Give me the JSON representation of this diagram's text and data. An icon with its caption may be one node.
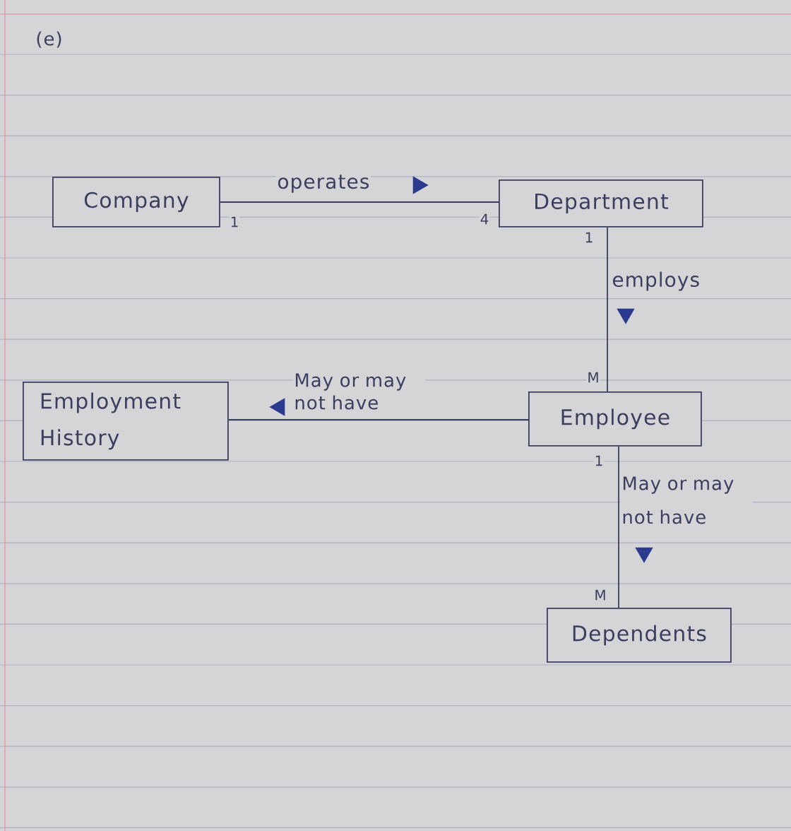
{
  "diagram": {
    "title": "(e)",
    "nodes": [
      {
        "text": [
          "Company"
        ]
      },
      {
        "text": [
          "Department"
        ]
      },
      {
        "text": [
          "Employment History"
        ]
      },
      {
        "text": [
          "Employee"
        ]
      },
      {
        "text": [
          "Dependents"
        ]
      }
    ],
    "edges": [
      {
        "from": 0,
        "to": 1,
        "arrow": "none",
        "label": "operates"
      },
      {
        "from": 1,
        "to": 3,
        "arrow": "none",
        "label": "employs"
      },
      {
        "from": 3,
        "to": 2,
        "arrow": "none",
        "label": "May or may not have"
      },
      {
        "from": 3,
        "to": 4,
        "arrow": "none",
        "label": "May or may not have"
      }
    ],
    "labels": [
      "1",
      "4",
      "1",
      "M",
      "1",
      "M"
    ]
  }
}
